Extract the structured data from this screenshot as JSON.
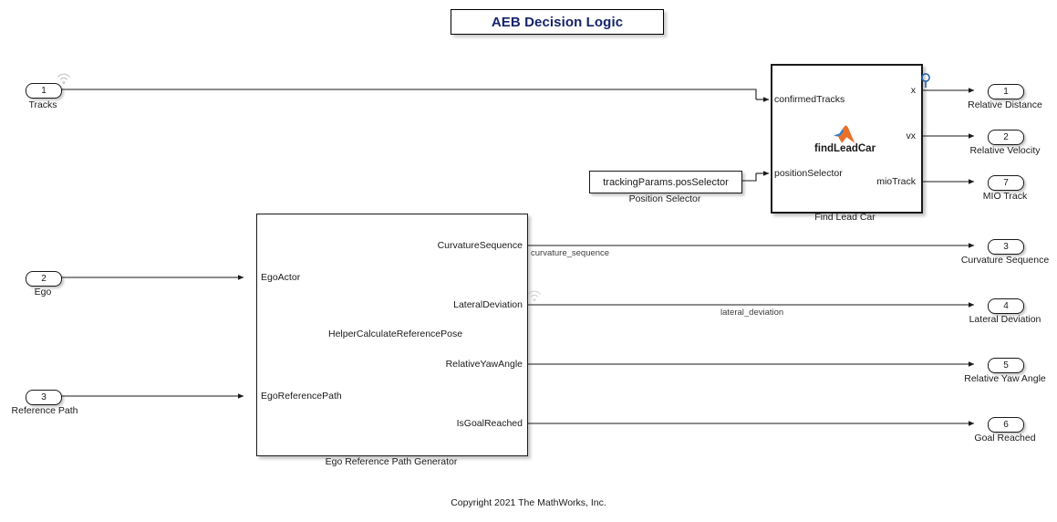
{
  "title": {
    "text": "AEB Decision Logic",
    "color": "#16246b"
  },
  "inports": [
    {
      "number": "1",
      "label": "Tracks",
      "icon": "radiate-icon"
    },
    {
      "number": "2",
      "label": "Ego"
    },
    {
      "number": "3",
      "label": "Reference Path"
    }
  ],
  "outports": [
    {
      "number": "1",
      "label": "Relative Distance"
    },
    {
      "number": "2",
      "label": "Relative Velocity"
    },
    {
      "number": "7",
      "label": "MIO Track"
    },
    {
      "number": "3",
      "label": "Curvature Sequence"
    },
    {
      "number": "4",
      "label": "Lateral Deviation"
    },
    {
      "number": "5",
      "label": "Relative Yaw Angle"
    },
    {
      "number": "6",
      "label": "Goal Reached"
    }
  ],
  "find_lead_car": {
    "caption": "Find Lead Car",
    "function_name": "findLeadCar",
    "inputs": [
      "confirmedTracks",
      "positionSelector"
    ],
    "outputs": [
      "x",
      "vx",
      "mioTrack"
    ],
    "testpoint_icon": "testpoint-pin-icon",
    "logo_icon": "matlab-logo-icon"
  },
  "position_selector": {
    "value": "trackingParams.posSelector",
    "caption": "Position Selector"
  },
  "ego_reference_path_generator": {
    "caption": "Ego Reference Path Generator",
    "inner_label": "HelperCalculateReferencePose",
    "inputs": [
      "EgoActor",
      "EgoReferencePath"
    ],
    "outputs": [
      "CurvatureSequence",
      "LateralDeviation",
      "RelativeYawAngle",
      "IsGoalReached"
    ]
  },
  "signal_labels": [
    {
      "name": "curvature_sequence",
      "text": "curvature_sequence"
    },
    {
      "name": "lateral_deviation",
      "text": "lateral_deviation"
    }
  ],
  "footer": {
    "copyright": "Copyright 2021 The MathWorks, Inc."
  }
}
